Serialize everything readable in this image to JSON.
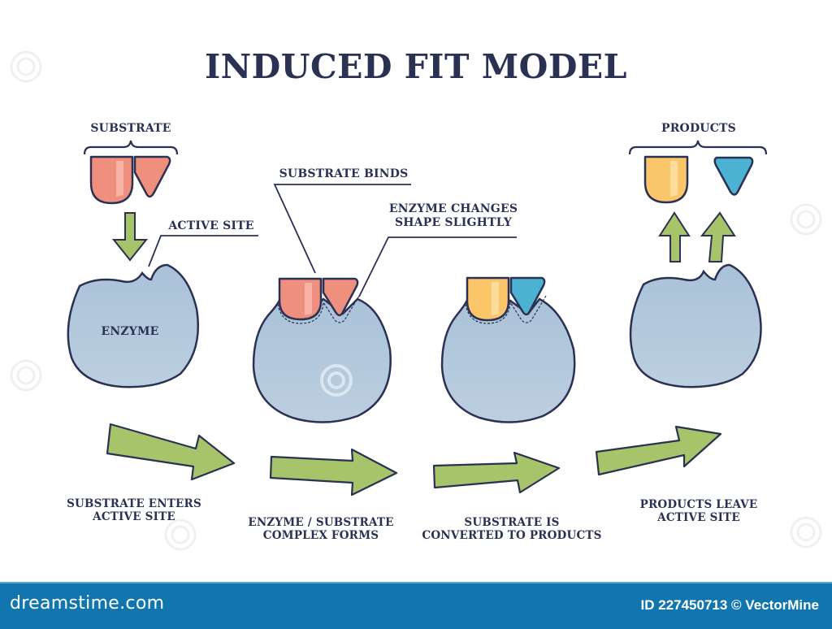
{
  "title": "INDUCED FIT MODEL",
  "labels": {
    "substrate": "SUBSTRATE",
    "active_site": "ACTIVE SITE",
    "enzyme": "ENZYME",
    "substrate_binds": "SUBSTRATE BINDS",
    "enzyme_changes": "ENZYME CHANGES\nSHAPE SLIGHTLY",
    "products": "PRODUCTS"
  },
  "steps": [
    {
      "caption": "SUBSTRATE ENTERS\nACTIVE SITE"
    },
    {
      "caption": "ENZYME / SUBSTRATE\nCOMPLEX FORMS"
    },
    {
      "caption": "SUBSTRATE IS\nCONVERTED TO PRODUCTS"
    },
    {
      "caption": "PRODUCTS LEAVE\nACTIVE SITE"
    }
  ],
  "colors": {
    "outline": "#2b3152",
    "enzyme_fill": "#b3c9dc",
    "substrate_fill": "#ef8f7d",
    "product_yellow": "#fbc56a",
    "product_blue": "#4bb2d3",
    "arrow_green": "#a7c46a",
    "footer_bg": "#1276ae"
  },
  "footer": {
    "logo": "dreamstime.com",
    "id_text": "ID 227450713 © VectorMine"
  }
}
